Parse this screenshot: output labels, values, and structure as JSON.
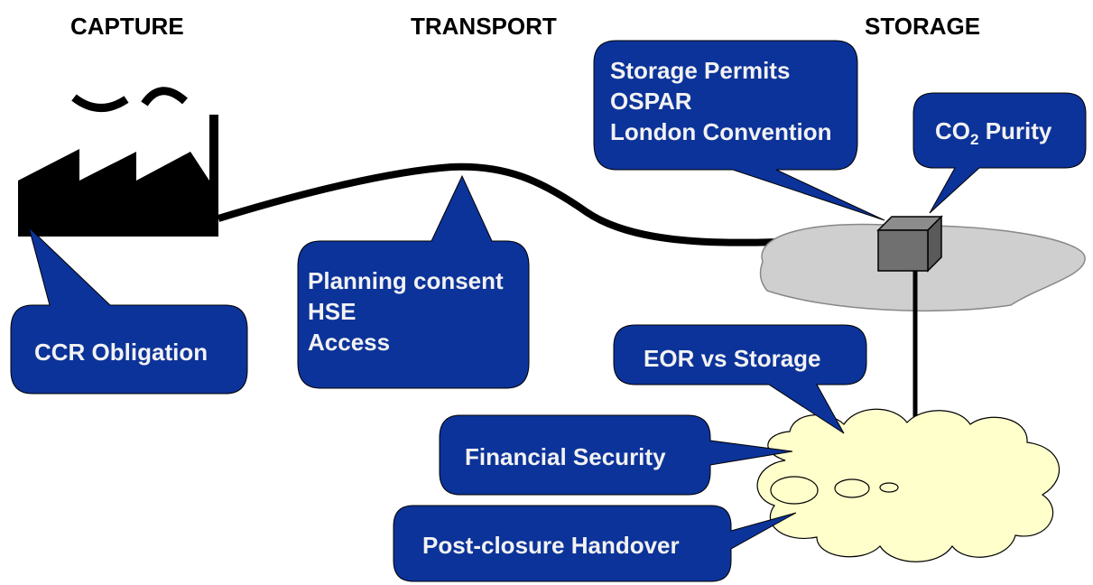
{
  "headers": {
    "capture": "CAPTURE",
    "transport": "TRANSPORT",
    "storage": "STORAGE"
  },
  "callouts": {
    "storage_permits": [
      "Storage Permits",
      "OSPAR",
      "London Convention"
    ],
    "co2_purity": {
      "prefix": "CO",
      "subscript": "2",
      "suffix": " Purity"
    },
    "planning": [
      "Planning consent",
      "HSE",
      "Access"
    ],
    "ccr": "CCR Obligation",
    "eor": "EOR vs Storage",
    "financial": "Financial Security",
    "post_closure": "Post-closure Handover"
  },
  "colors": {
    "callout_fill": "#0c3399",
    "callout_text": "#f2f2f2",
    "platform_fill": "#cfcfcf",
    "reservoir_fill": "#ffffcc",
    "pipeline": "#000000"
  },
  "icons": {
    "factory": "factory-icon",
    "wellhead": "wellhead-box-icon"
  }
}
